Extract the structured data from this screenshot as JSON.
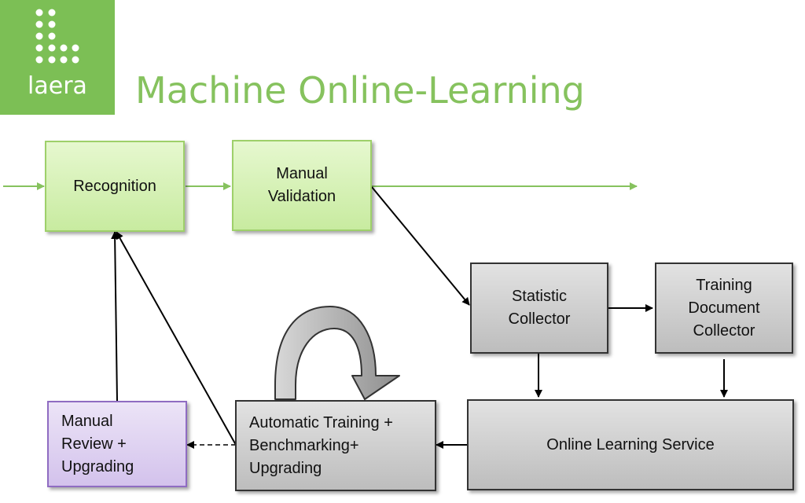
{
  "logo": {
    "text": "laera",
    "color": "#7cbf55"
  },
  "title": "Machine Online-Learning",
  "nodes": {
    "recognition": "Recognition",
    "manual_validation": "Manual\nValidation",
    "statistic_collector": "Statistic\nCollector",
    "training_document_collector": "Training\nDocument\nCollector",
    "online_learning_service": "Online Learning Service",
    "automatic_training": "Automatic Training +\nBenchmarking+\nUpgrading",
    "manual_review": "Manual\nReview +\nUpgrading"
  },
  "colors": {
    "green_border": "#9ed06a",
    "gray_border": "#333333",
    "purple_border": "#8f6cc2",
    "title": "#86c25e"
  }
}
